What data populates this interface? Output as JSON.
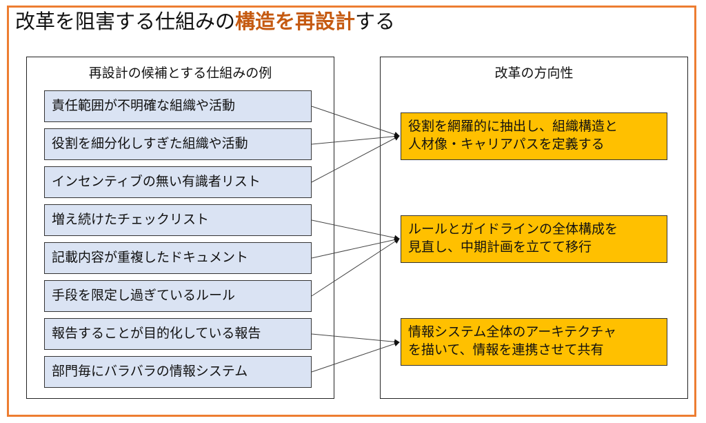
{
  "title": {
    "prefix": "改革を阻害する仕組みの",
    "highlight": "構造を再設計",
    "suffix": "する"
  },
  "left_panel": {
    "heading": "再設計の候補とする仕組みの例",
    "items": [
      "責任範囲が不明確な組織や活動",
      "役割を細分化しすぎた組織や活動",
      "インセンティブの無い有識者リスト",
      "増え続けたチェックリスト",
      "記載内容が重複したドキュメント",
      "手段を限定し過ぎているルール",
      "報告することが目的化している報告",
      "部門毎にバラバラの情報システム"
    ]
  },
  "right_panel": {
    "heading": "改革の方向性",
    "directions": [
      {
        "line1": "役割を網羅的に抽出し、組織構造と",
        "line2": "人材像・キャリアパスを定義する"
      },
      {
        "line1": "ルールとガイドラインの全体構成を",
        "line2": "見直し、中期計画を立てて移行"
      },
      {
        "line1": "情報システム全体のアーキテクチャ",
        "line2": "を描いて、情報を連携させて共有"
      }
    ]
  },
  "links": [
    [
      0,
      0
    ],
    [
      1,
      0
    ],
    [
      2,
      0
    ],
    [
      3,
      1
    ],
    [
      4,
      1
    ],
    [
      5,
      1
    ],
    [
      6,
      2
    ],
    [
      7,
      2
    ]
  ],
  "colors": {
    "frame": "#ed7d31",
    "highlight": "#c55a11",
    "item_fill": "#dae3f3",
    "direction_fill": "#ffc000"
  }
}
